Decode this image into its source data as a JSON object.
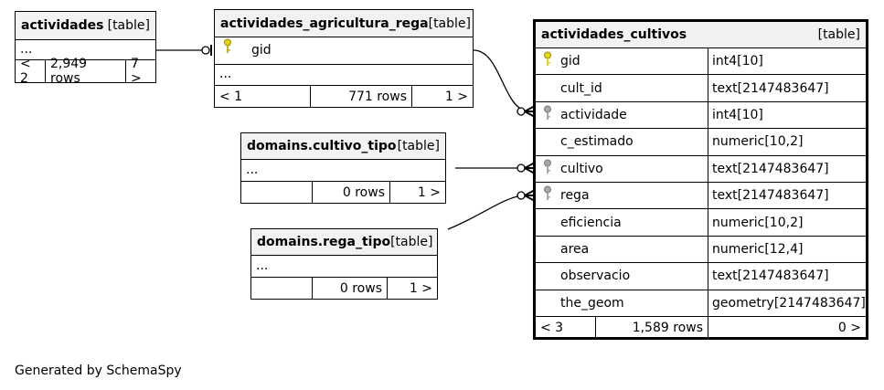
{
  "tables": {
    "actividades": {
      "name": "actividades",
      "kind": "[table]",
      "body": "...",
      "foot": [
        "< 2",
        "2,949 rows",
        "7 >"
      ]
    },
    "agricultura_rega": {
      "name": "actividades_agricultura_rega",
      "kind": "[table]",
      "columns": [
        {
          "name": "gid",
          "key": "primary"
        }
      ],
      "body": "...",
      "foot": [
        "< 1",
        "771 rows",
        "1 >"
      ]
    },
    "cultivo_tipo": {
      "name": "domains.cultivo_tipo",
      "kind": "[table]",
      "body": "...",
      "foot": [
        "",
        "0 rows",
        "1 >"
      ]
    },
    "rega_tipo": {
      "name": "domains.rega_tipo",
      "kind": "[table]",
      "body": "...",
      "foot": [
        "",
        "0 rows",
        "1 >"
      ]
    },
    "cultivos": {
      "name": "actividades_cultivos",
      "kind": "[table]",
      "columns": [
        {
          "name": "gid",
          "type": "int4[10]",
          "key": "primary"
        },
        {
          "name": "cult_id",
          "type": "text[2147483647]",
          "key": ""
        },
        {
          "name": "actividade",
          "type": "int4[10]",
          "key": "foreign"
        },
        {
          "name": "c_estimado",
          "type": "numeric[10,2]",
          "key": ""
        },
        {
          "name": "cultivo",
          "type": "text[2147483647]",
          "key": "foreign"
        },
        {
          "name": "rega",
          "type": "text[2147483647]",
          "key": "foreign"
        },
        {
          "name": "eficiencia",
          "type": "numeric[10,2]",
          "key": ""
        },
        {
          "name": "area",
          "type": "numeric[12,4]",
          "key": ""
        },
        {
          "name": "observacio",
          "type": "text[2147483647]",
          "key": ""
        },
        {
          "name": "the_geom",
          "type": "geometry[2147483647]",
          "key": ""
        }
      ],
      "foot": [
        "< 3",
        "1,589 rows",
        "0 >"
      ]
    }
  },
  "colors": {
    "primary_key": "#e6d51a",
    "foreign_key": "#a8a8a8",
    "header_bg": "#f2f2f2"
  },
  "footer": "Generated by SchemaSpy"
}
